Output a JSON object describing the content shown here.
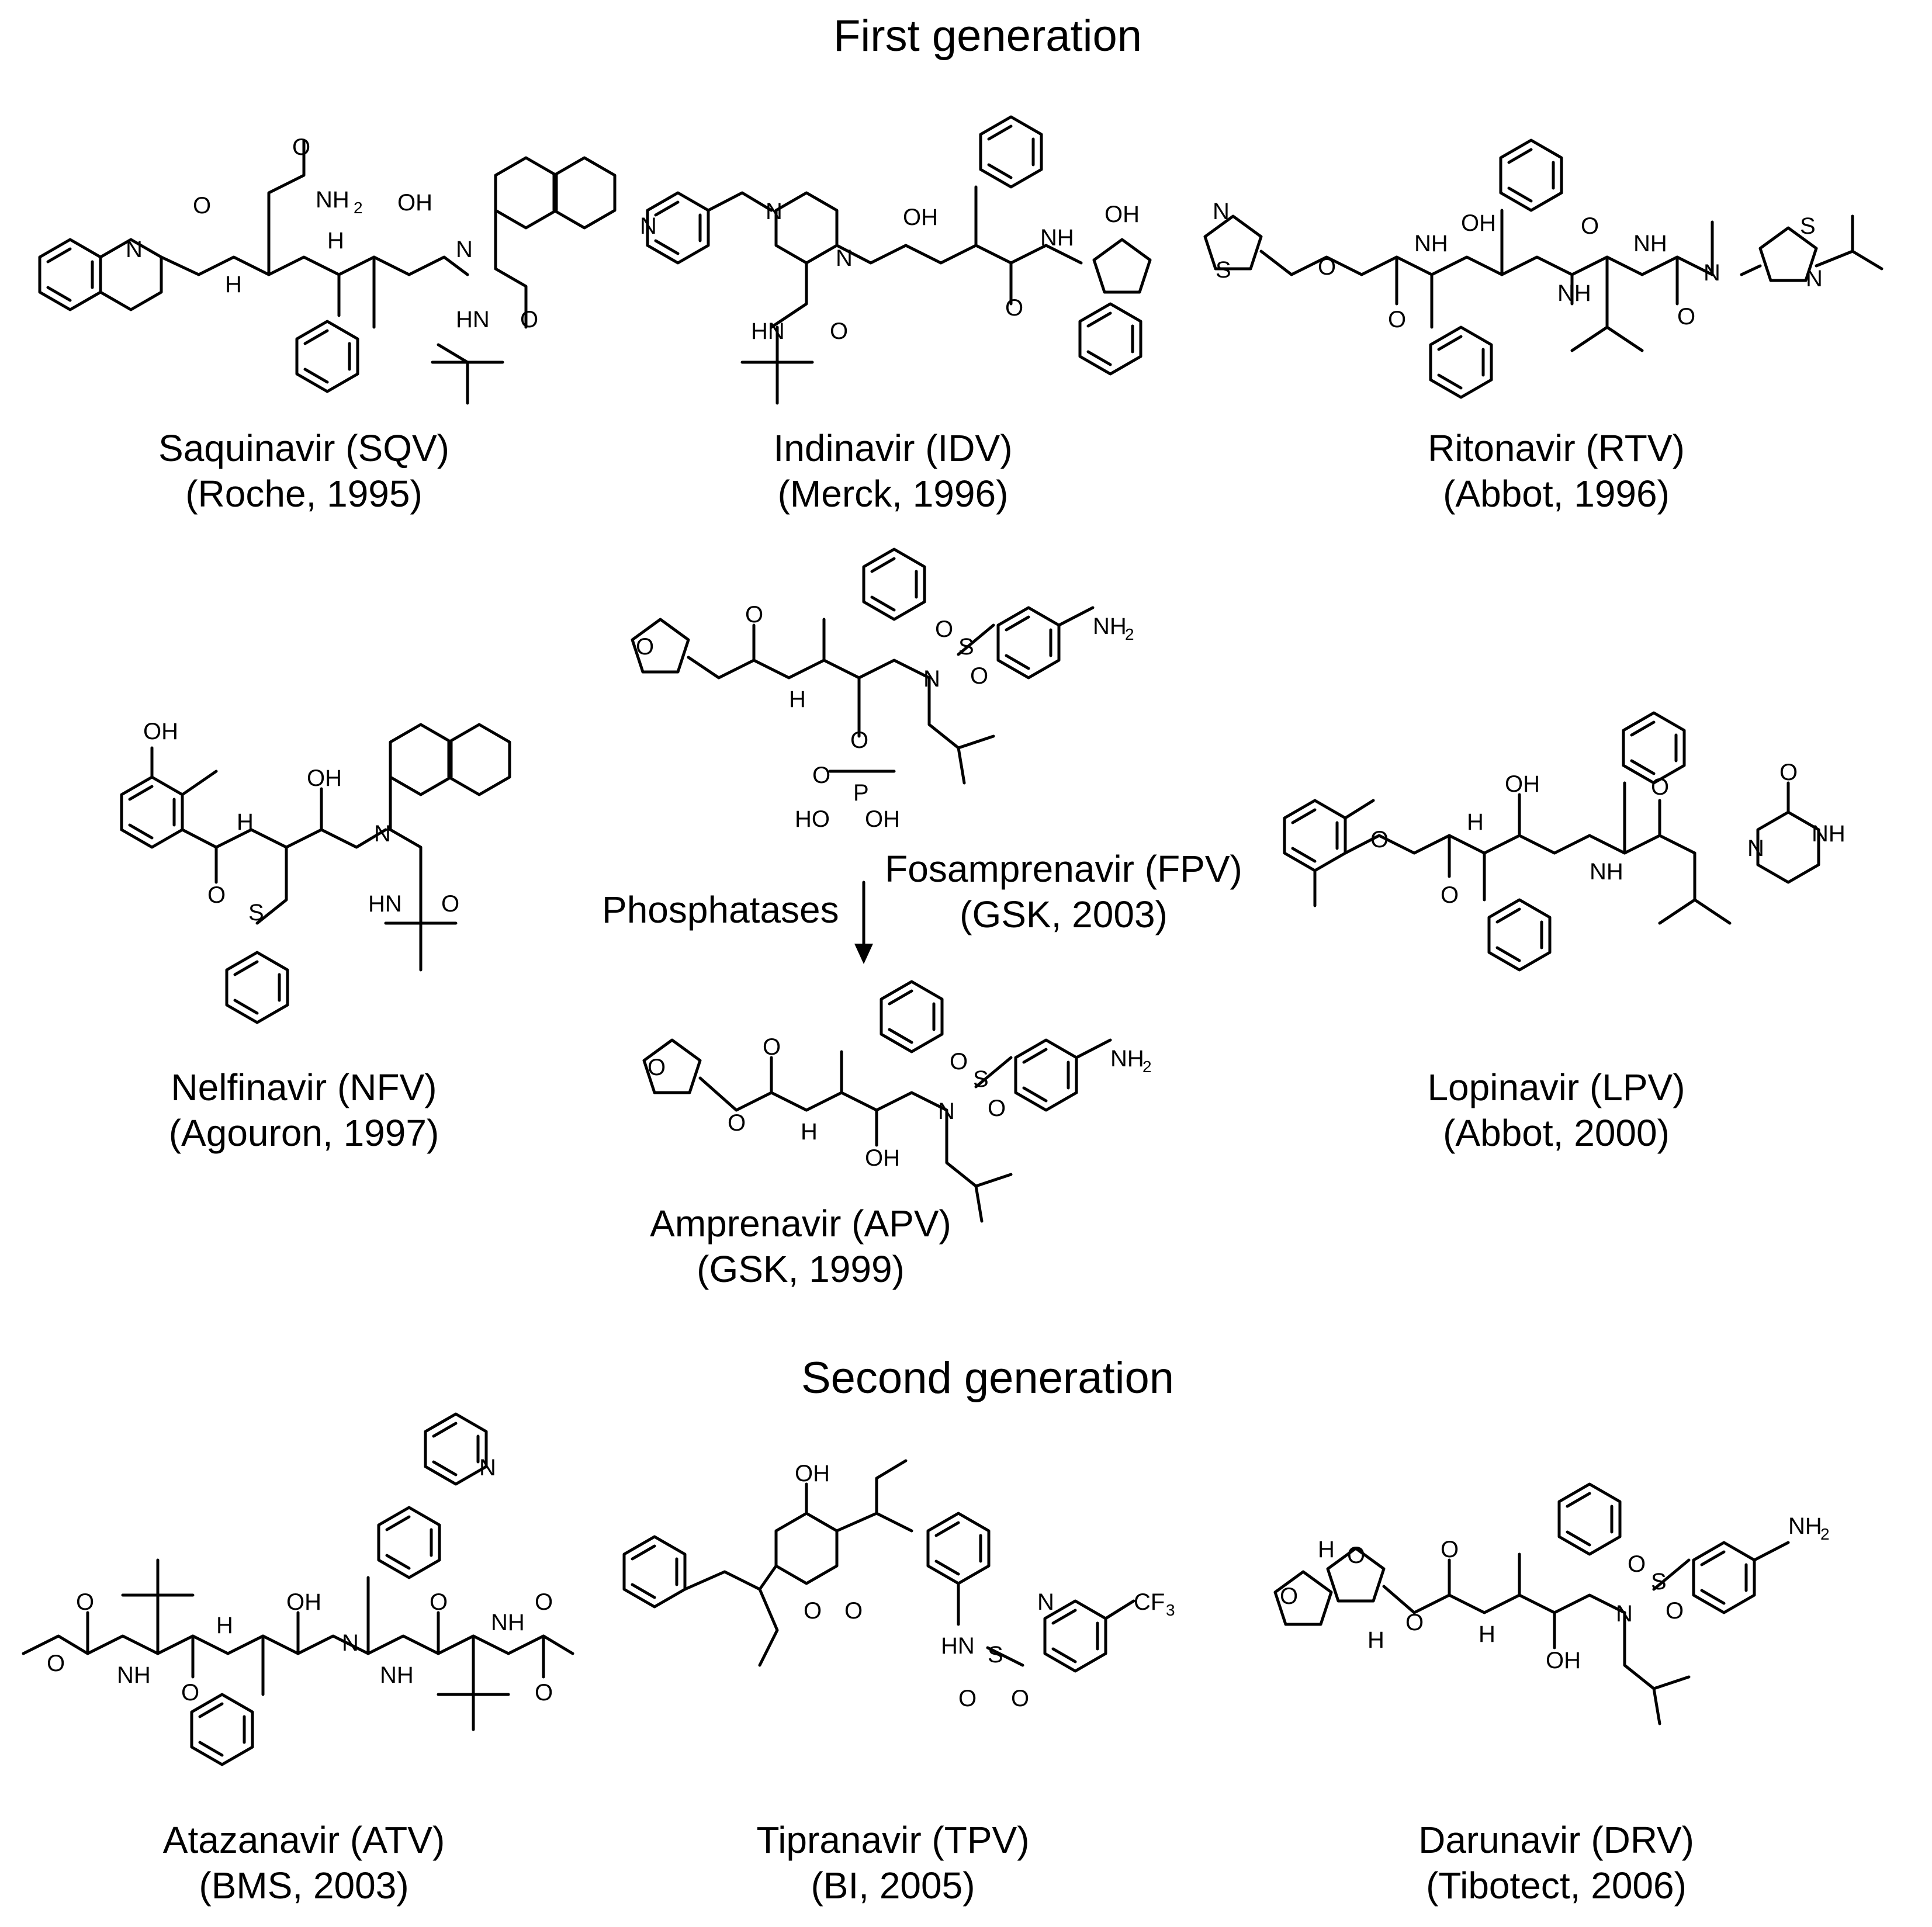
{
  "sections": {
    "first": "First generation",
    "second": "Second generation"
  },
  "drugs": {
    "saquinavir": {
      "name": "Saquinavir (SQV)",
      "origin": "(Roche, 1995)"
    },
    "indinavir": {
      "name": "Indinavir (IDV)",
      "origin": "(Merck, 1996)"
    },
    "ritonavir": {
      "name": "Ritonavir (RTV)",
      "origin": "(Abbot, 1996)"
    },
    "nelfinavir": {
      "name": "Nelfinavir (NFV)",
      "origin": "(Agouron, 1997)"
    },
    "fosamprenavir": {
      "name": "Fosamprenavir (FPV)",
      "origin": "(GSK, 2003)"
    },
    "amprenavir": {
      "name": "Amprenavir (APV)",
      "origin": "(GSK, 1999)"
    },
    "lopinavir": {
      "name": "Lopinavir (LPV)",
      "origin": "(Abbot, 2000)"
    },
    "atazanavir": {
      "name": "Atazanavir (ATV)",
      "origin": "(BMS, 2003)"
    },
    "tipranavir": {
      "name": "Tipranavir (TPV)",
      "origin": "(BI, 2005)"
    },
    "darunavir": {
      "name": "Darunavir (DRV)",
      "origin": "(Tibotect, 2006)"
    }
  },
  "conversion": {
    "label": "Phosphatases"
  },
  "atoms": {
    "N": "N",
    "O": "O",
    "S": "S",
    "P": "P",
    "H": "H",
    "OH": "OH",
    "NH": "NH",
    "HN": "HN",
    "NH2": "NH",
    "sub2": "2",
    "CF": "CF",
    "sub3": "3",
    "HO": "HO"
  }
}
